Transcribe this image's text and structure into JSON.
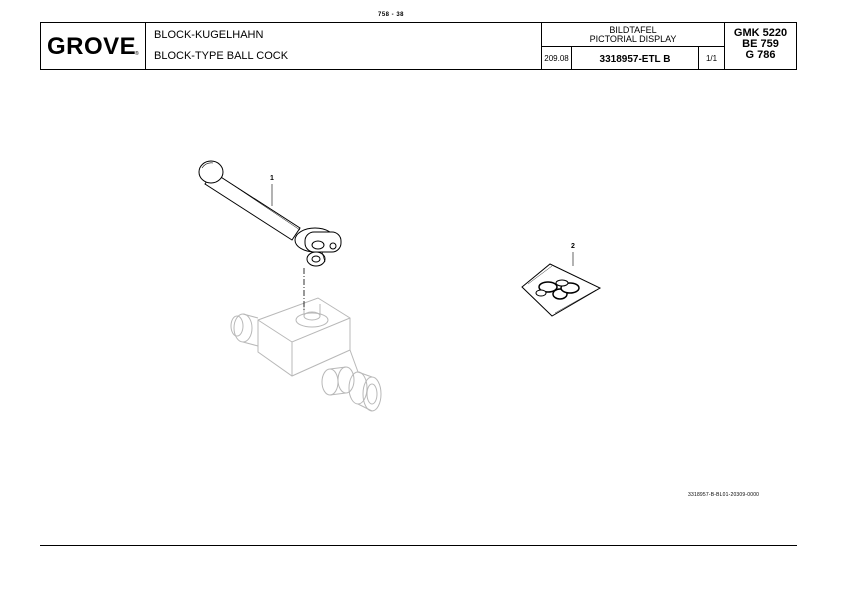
{
  "page_number": "758 - 38",
  "logo": {
    "brand": "GROVE",
    "registered": "®"
  },
  "part_name": {
    "de": "BLOCK-KUGELHAHN",
    "en": "BLOCK-TYPE BALL COCK"
  },
  "view_type": {
    "de": "BILDTAFEL",
    "en": "PICTORIAL DISPLAY"
  },
  "date": "209.08",
  "part_number": "3318957-ETL B",
  "sheet": "1/1",
  "model": {
    "line1": "GMK 5220",
    "line2": "BE 759",
    "line3": "G 786"
  },
  "callouts": {
    "item1": "1",
    "item2": "2"
  },
  "drawing_reference": "3318957-B-BL01-20309-0000"
}
